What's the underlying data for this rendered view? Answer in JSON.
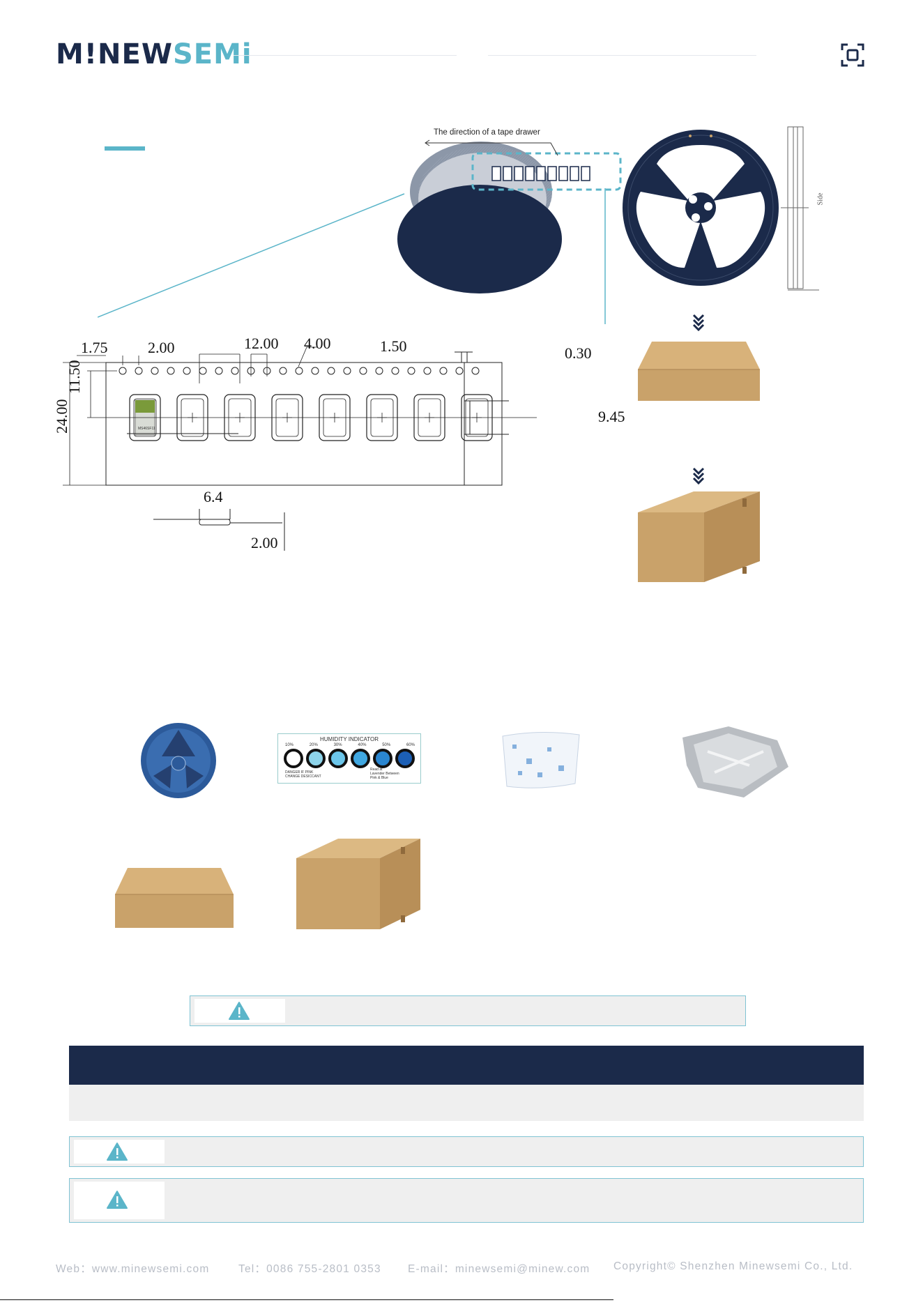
{
  "header": {
    "logo_part1": "M!NEW",
    "logo_part2": "SEMi"
  },
  "diagram": {
    "tape_direction_label": "The direction of a tape drawer",
    "dims": {
      "d1": "1.75",
      "d2": "2.00",
      "d3": "12.00",
      "d4": "4.00",
      "d5": "1.50",
      "d6": "0.30",
      "d7": "11.50",
      "d8": "24.00",
      "d9": "9.45",
      "d10": "6.4",
      "d11": "2.00"
    },
    "module_label": "MS46SF11",
    "reel_side_label": "Side"
  },
  "humidity_card": {
    "title": "HUMIDITY INDICATOR",
    "levels": [
      "10%",
      "20%",
      "30%",
      "40%",
      "50%",
      "60%"
    ],
    "note_left": "DANGER IF PINK\nCHANGE DESICCANT",
    "note_right": "Read at\nLavender Between\nPink & Blue"
  },
  "colors": {
    "navy": "#1b2a4a",
    "accent": "#5bb5c9",
    "warning_icon": "#5bb5c9",
    "box_cardboard": "#c9a26a"
  },
  "footer": {
    "web": "Web：www.minewsemi.com",
    "tel": "Tel：0086 755-2801 0353",
    "email": "E-mail：minewsemi@minew.com",
    "copyright": "Copyright© Shenzhen Minewsemi Co., Ltd."
  }
}
